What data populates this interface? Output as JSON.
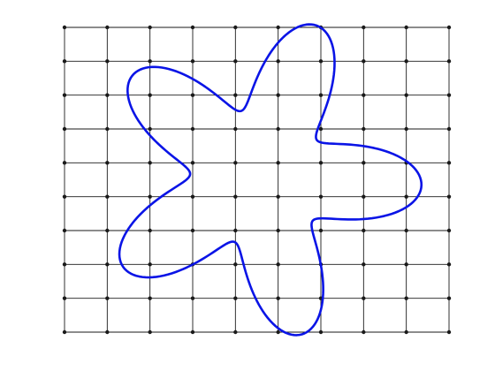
{
  "figure": {
    "grid": {
      "columns": 10,
      "rows": 10,
      "line_color": "#1a1a1a",
      "node_color": "#1a1a1a"
    },
    "curve": {
      "shape": "five-lobed closed curve",
      "lobes": 5,
      "color": "#0a14e6"
    }
  }
}
